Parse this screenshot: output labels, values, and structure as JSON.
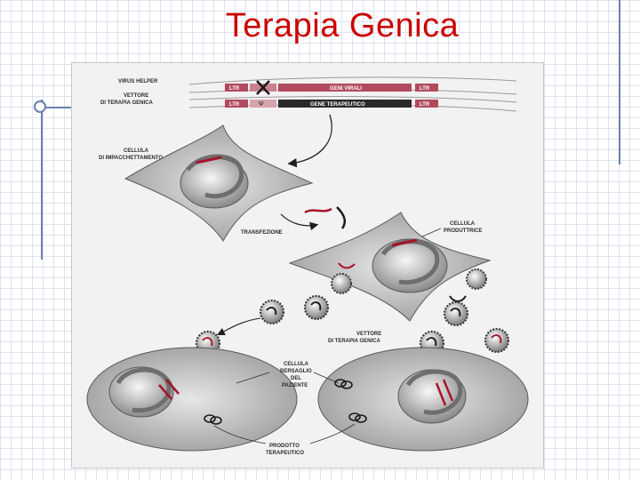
{
  "slide": {
    "title": "Terapia Genica"
  },
  "figure": {
    "rows": {
      "helper_label": "VIRUS HELPER",
      "vector_label_1": "VETTORE",
      "vector_label_2": "DI TERAPIA GENICA",
      "ltr": "LTR",
      "viral_genes": "GENI VIRALI",
      "psi": "Ψ",
      "therapeutic_gene": "GENE TERAPEUTICO"
    },
    "labels": {
      "packaging_1": "CELLULA",
      "packaging_2": "DI IMPACCHETTAMENTO",
      "transfection": "TRANSFEZIONE",
      "producer_1": "CELLULA",
      "producer_2": "PRODUTTRICE",
      "vector_1": "VETTORE",
      "vector_2": "DI TERAPIA GENICA",
      "target_1": "CELLULA",
      "target_2": "BERSAGLIO",
      "target_3": "DEL",
      "target_4": "PAZIENTE",
      "product_1": "PRODOTTO",
      "product_2": "TERAPEUTICO"
    },
    "colors": {
      "title_red": "#cc0000",
      "bar_red": "#b24a5e",
      "bar_dark": "#2a2a2a",
      "rna_red": "#a8142a"
    }
  }
}
